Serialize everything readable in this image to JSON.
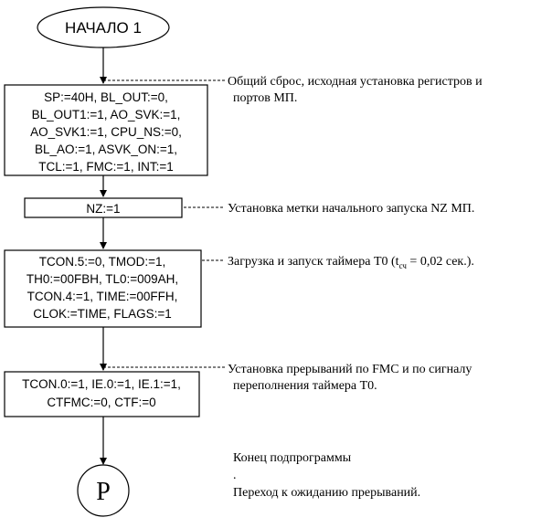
{
  "start_label": "НАЧАЛО 1",
  "end_label": "Р",
  "blocks": [
    {
      "lines": [
        "SP:=40H, BL_OUT:=0,",
        "BL_OUT1:=1, AO_SVK:=1,",
        "AO_SVK1:=1, CPU_NS:=0,",
        "BL_AO:=1, ASVK_ON:=1,",
        "TCL:=1, FMC:=1, INT:=1"
      ]
    },
    {
      "lines": [
        "NZ:=1"
      ]
    },
    {
      "lines": [
        "TCON.5:=0, TMOD:=1,",
        "TH0:=00FBH, TL0:=009AH,",
        "TCON.4:=1, TIME:=00FFH,",
        "CLOK:=TIME, FLAGS:=1"
      ]
    },
    {
      "lines": [
        "TCON.0:=1, IE.0:=1, IE.1:=1,",
        "CTFMC:=0, CTF:=0"
      ]
    }
  ],
  "comments": [
    {
      "lines": [
        "Общий сброс, исходная установка регистров и",
        "портов МП."
      ]
    },
    {
      "lines": [
        "Установка метки начального запуска NZ  МП."
      ]
    },
    {
      "lines": [
        "Загрузка и запуск таймера Т0 (t",
        "сч",
        " = 0,02 сек.)."
      ]
    },
    {
      "lines": [
        "Установка прерываний по FMC и по сигналу",
        "переполнения таймера Т0."
      ]
    }
  ],
  "end_comment": {
    "lines": [
      "Конец подпрограммы",
      ".",
      "Переход к ожиданию прерываний."
    ]
  }
}
